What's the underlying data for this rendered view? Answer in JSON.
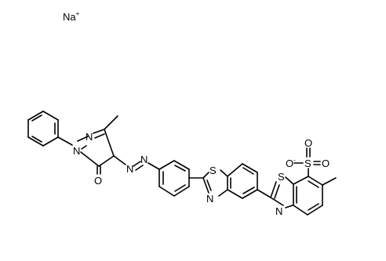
{
  "structure": {
    "ion": {
      "symbol": "Na",
      "charge": "+"
    },
    "atoms": {
      "N_pz1": "N",
      "N_pz2": "N",
      "O_pz": "O",
      "N_azo1": "N",
      "N_azo2": "N",
      "S_bt1": "S",
      "N_bt1": "N",
      "S_bt2": "S",
      "N_bt2": "N",
      "S_sulf": "S",
      "O_sulf_top": "O",
      "O_sulf_right": "O",
      "O_sulf_left": {
        "symbol": "O",
        "charge": "-"
      }
    }
  }
}
